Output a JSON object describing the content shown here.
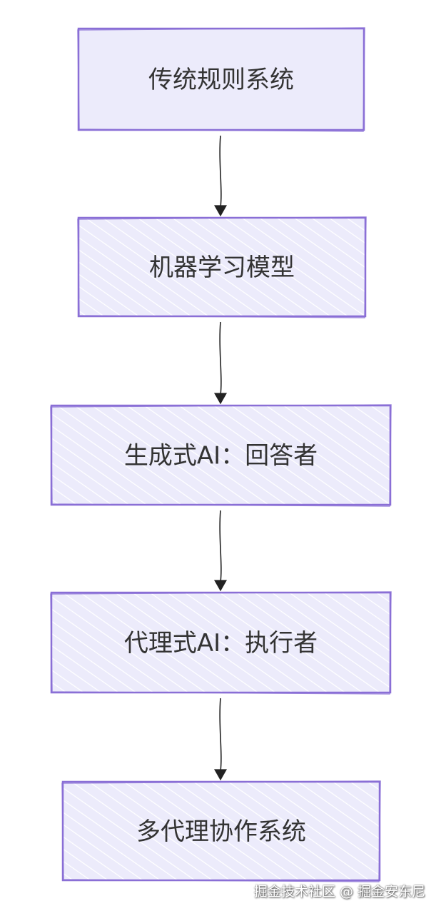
{
  "diagram": {
    "type": "flowchart",
    "direction": "top-to-bottom",
    "style": "hand-drawn",
    "colors": {
      "stroke": "#8a6fd6",
      "fill": "#ecebfb",
      "hatch": "#ffffff",
      "text": "#333333",
      "arrow": "#222222"
    },
    "nodes": [
      {
        "id": "n1",
        "label": "传统规则系统"
      },
      {
        "id": "n2",
        "label": "机器学习模型"
      },
      {
        "id": "n3",
        "label": "生成式AI：回答者"
      },
      {
        "id": "n4",
        "label": "代理式AI：执行者"
      },
      {
        "id": "n5",
        "label": "多代理协作系统"
      }
    ],
    "edges": [
      {
        "from": "n1",
        "to": "n2"
      },
      {
        "from": "n2",
        "to": "n3"
      },
      {
        "from": "n3",
        "to": "n4"
      },
      {
        "from": "n4",
        "to": "n5"
      }
    ]
  },
  "watermark": "掘金技术社区 @ 掘金安东尼"
}
